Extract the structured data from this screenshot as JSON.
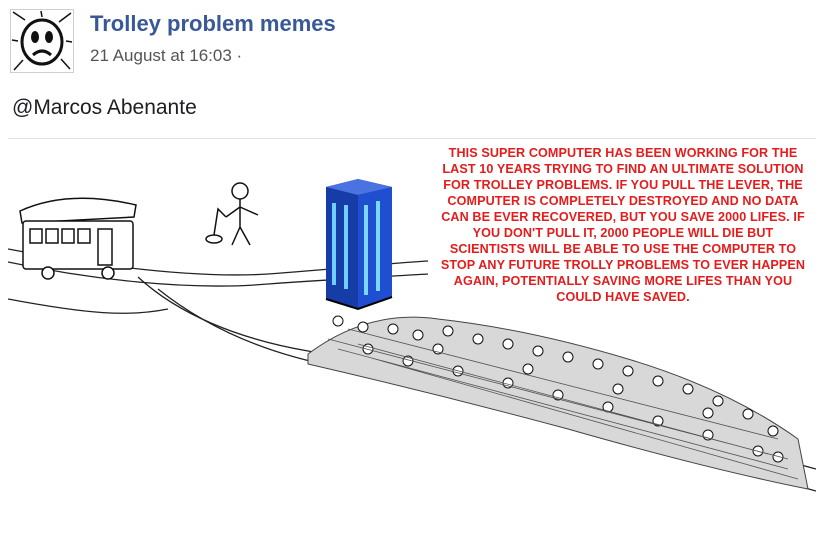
{
  "post": {
    "page_name": "Trolley problem memes",
    "timestamp": "21 August at 16:03",
    "privacy_separator": "·",
    "text": "@Marcos Abenante"
  },
  "meme": {
    "caption": "THIS SUPER COMPUTER HAS BEEN WORKING FOR THE LAST 10 YEARS TRYING TO FIND AN ULTIMATE SOLUTION FOR TROLLEY PROBLEMS. IF YOU PULL THE LEVER, THE COMPUTER IS COMPLETELY DESTROYED AND NO DATA CAN BE EVER RECOVERED, BUT YOU SAVE 2000 LIFES. IF YOU DON'T PULL IT, 2000 PEOPLE WILL DIE BUT SCIENTISTS WILL BE ABLE TO USE THE COMPUTER TO STOP ANY FUTURE TROLLY PROBLEMS TO EVER HAPPEN AGAIN, POTENTIALLY SAVING MORE LIFES THAN YOU COULD HAVE SAVED.",
    "caption_color": "#e51c1c",
    "server_color": "#1a3fae"
  },
  "colors": {
    "link": "#385898",
    "meta": "#555555",
    "text": "#1c1e21"
  }
}
